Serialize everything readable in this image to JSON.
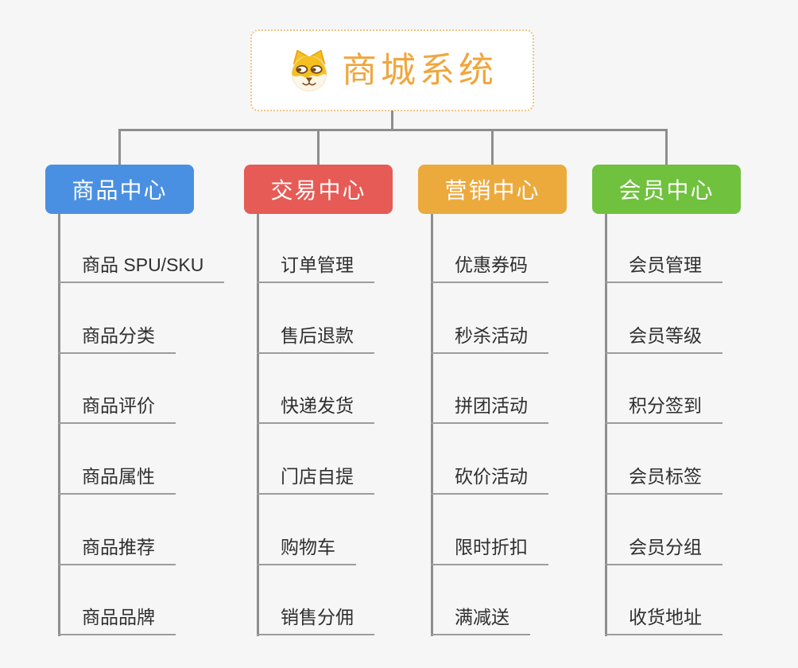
{
  "app": {
    "background_color": "#f6f6f6",
    "connector_color": "#8e8e8e",
    "leaf_underline_color": "#9c9c9c",
    "leaf_text_color": "#2f2f2f"
  },
  "root": {
    "title": "商城系统",
    "icon": "shiba-dog-face-icon",
    "title_color": "#f0a63c",
    "border_color": "#f3c183"
  },
  "branches": [
    {
      "label": "商品中心",
      "color": "#4a90e2",
      "items": [
        "商品 SPU/SKU",
        "商品分类",
        "商品评价",
        "商品属性",
        "商品推荐",
        "商品品牌"
      ]
    },
    {
      "label": "交易中心",
      "color": "#e65b55",
      "items": [
        "订单管理",
        "售后退款",
        "快递发货",
        "门店自提",
        "购物车",
        "销售分佣"
      ]
    },
    {
      "label": "营销中心",
      "color": "#ecaa3d",
      "items": [
        "优惠券码",
        "秒杀活动",
        "拼团活动",
        "砍价活动",
        "限时折扣",
        "满减送"
      ]
    },
    {
      "label": "会员中心",
      "color": "#70c13e",
      "items": [
        "会员管理",
        "会员等级",
        "积分签到",
        "会员标签",
        "会员分组",
        "收货地址"
      ]
    }
  ]
}
